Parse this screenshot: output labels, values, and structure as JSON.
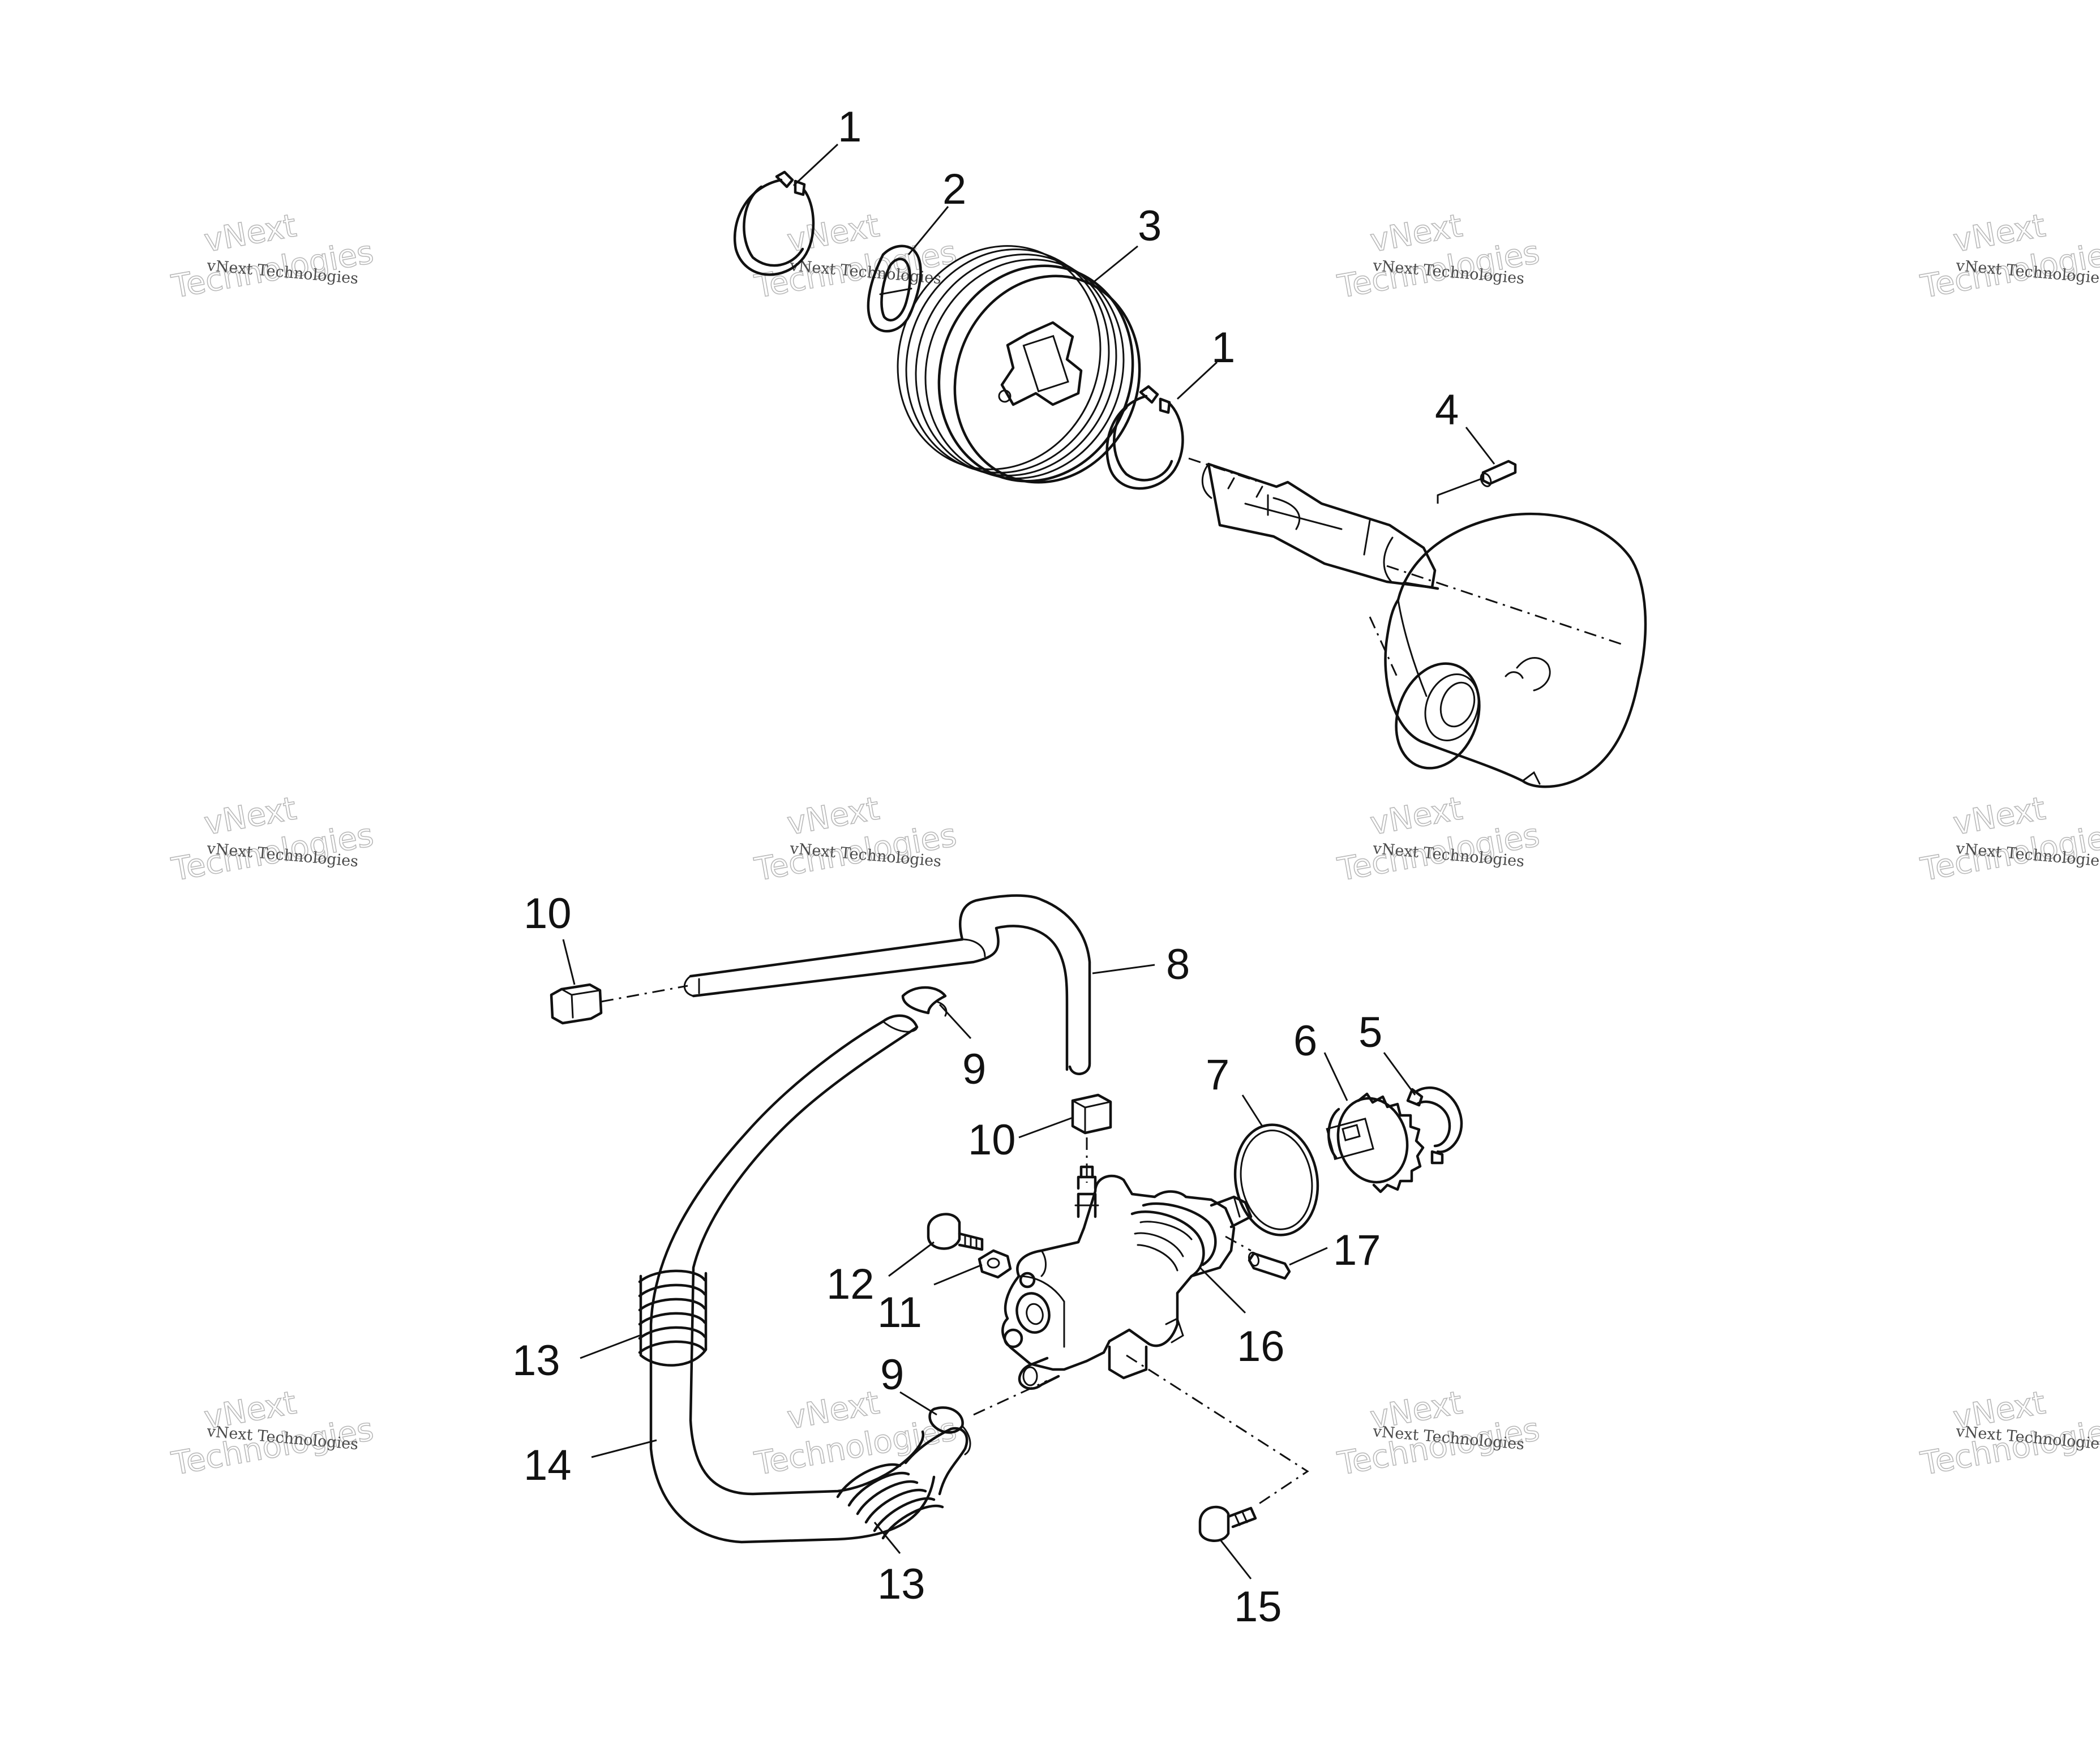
{
  "watermark": {
    "line1": "vNext Technologies",
    "line2a": "vNext",
    "line2b": "Technologies"
  },
  "callouts": {
    "c1a": "1",
    "c2": "2",
    "c3": "3",
    "c1b": "1",
    "c4": "4",
    "c10a": "10",
    "c8": "8",
    "c9a": "9",
    "c10b": "10",
    "c7": "7",
    "c6": "6",
    "c5": "5",
    "c17": "17",
    "c12": "12",
    "c11": "11",
    "c16": "16",
    "c13a": "13",
    "c9b": "9",
    "c14": "14",
    "c13b": "13",
    "c15": "15"
  },
  "icons": {
    "snap-ring": "circlip-icon",
    "washer": "washer-icon",
    "pulley": "pulley-icon",
    "shaft": "crankshaft-icon",
    "pump": "oil-pump-icon",
    "hose": "hose-icon"
  }
}
